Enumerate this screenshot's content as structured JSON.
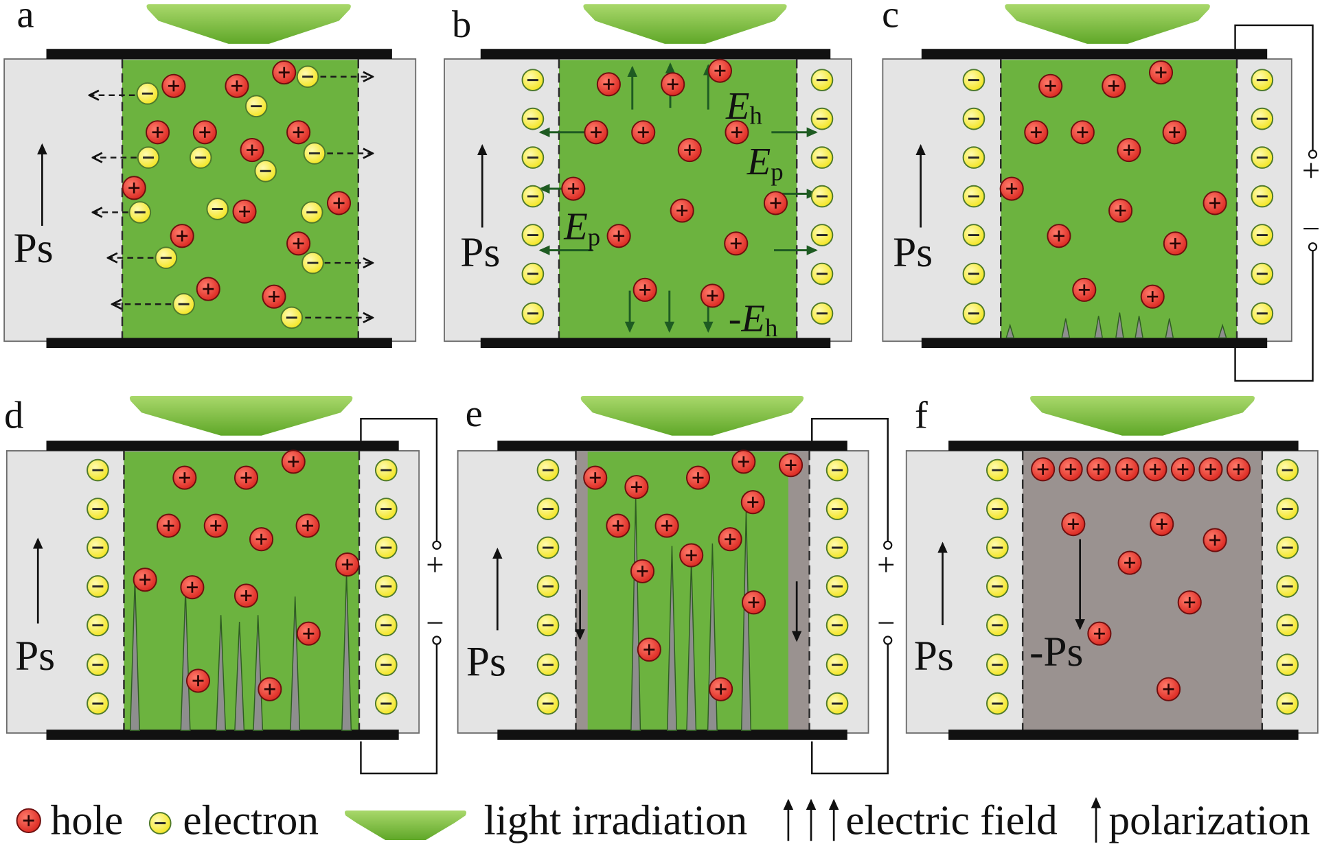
{
  "panels": {
    "a": {
      "label": "a",
      "polarization": "Ps"
    },
    "b": {
      "label": "b",
      "polarization": "Ps",
      "field_top": {
        "main": "E",
        "sub": "h"
      },
      "field_right": {
        "main": "E",
        "sub": "p"
      },
      "field_left": {
        "main": "E",
        "sub": "p"
      },
      "field_bottom": {
        "prefix": "-",
        "main": "E",
        "sub": "h"
      }
    },
    "c": {
      "label": "c",
      "polarization": "Ps",
      "bias_plus": "+",
      "bias_minus": "−"
    },
    "d": {
      "label": "d",
      "polarization": "Ps",
      "bias_plus": "+",
      "bias_minus": "−"
    },
    "e": {
      "label": "e",
      "polarization": "Ps",
      "bias_plus": "+",
      "bias_minus": "−"
    },
    "f": {
      "label": "f",
      "polarization": "Ps",
      "reversed_polarization": "-Ps"
    }
  },
  "legend": {
    "items": [
      {
        "icon": "hole-icon",
        "label": "hole"
      },
      {
        "icon": "electron-icon",
        "label": "electron"
      },
      {
        "icon": "light-arrow-icon",
        "label": "light irradiation"
      },
      {
        "icon": "electric-field-arrows-icon",
        "label": "electric field"
      },
      {
        "icon": "polarization-arrow-icon",
        "label": "polarization"
      }
    ]
  },
  "colors": {
    "hole": "#d9241d",
    "hole_highlight": "#ff7b6b",
    "electron": "#f3e41a",
    "electron_highlight": "#fffbb2",
    "semiconductor": "#6cb33f",
    "substrate": "#e4e4e4",
    "depleted": "#9a9290",
    "electrode": "#111111",
    "light_top": "#a9d86b",
    "light_bottom": "#5fa728",
    "field_arrow": "#1e5b22",
    "dendrite": "#8e8e8e"
  }
}
